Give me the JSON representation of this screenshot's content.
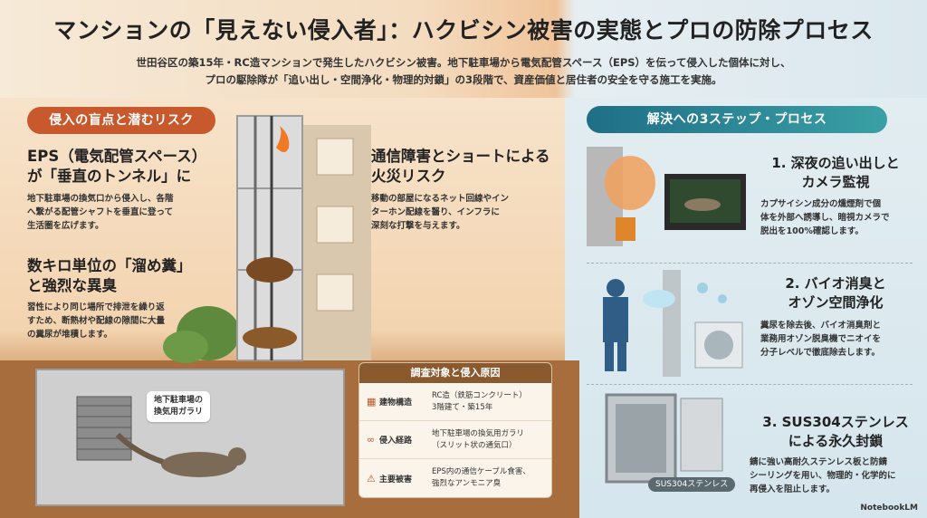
{
  "title": "マンションの「見えない侵入者」：ハクビシン被害の実態とプロの防除プロセス",
  "subtitle_line1": "世田谷区の築15年・RC造マンションで発生したハクビシン被害。地下駐車場から電気配管スペース（EPS）を伝って侵入した個体に対し、",
  "subtitle_line2": "プロの駆除隊が「追い出し・空間浄化・物理的対鎖」の3段階で、資産価値と居住者の安全を守る施工を実施。",
  "left": {
    "pill": "侵入の盲点と潜むリスク",
    "risk1": {
      "heading_line1": "EPS（電気配管スペース）",
      "heading_line2": "が「垂直のトンネル」に",
      "text_line1": "地下駐車場の換気口から侵入し、各階",
      "text_line2": "へ繋がる配管シャフトを垂直に登って",
      "text_line3": "生活圏を広げます。"
    },
    "risk2": {
      "heading_line1": "通信障害とショートによる",
      "heading_line2": "火災リスク",
      "text_line1": "移動の部屋になるネット回線やイン",
      "text_line2": "ターホン配線を齧り、インフラに",
      "text_line3": "深刻な打撃を与えます。"
    },
    "risk3": {
      "heading_line1": "数キロ単位の「溜め糞」",
      "heading_line2": "と強烈な異臭",
      "text_line1": "習性により同じ場所で排泄を繰り返",
      "text_line2": "すため、断熱材や配線の隙間に大量",
      "text_line3": "の糞尿が堆積します。"
    },
    "callout_line1": "地下駐車場の",
    "callout_line2": "換気用ガラリ",
    "survey": {
      "title": "調査対象と侵入原因",
      "rows": [
        {
          "icon": "building-icon",
          "label": "建物構造",
          "value_line1": "RC造（鉄筋コンクリート）",
          "value_line2": "3階建て・築15年"
        },
        {
          "icon": "link-icon",
          "label": "侵入経路",
          "value_line1": "地下駐車場の換気用ガラリ",
          "value_line2": "（スリット状の通気口）"
        },
        {
          "icon": "warning-icon",
          "label": "主要被害",
          "value_line1": "EPS内の通信ケーブル食害、",
          "value_line2": "強烈なアンモニア臭"
        }
      ]
    }
  },
  "right": {
    "pill": "解決への3ステップ・プロセス",
    "step1": {
      "title_line1": "1. 深夜の追い出しと",
      "title_line2": "カメラ監視",
      "text_line1": "カプサイシン成分の燻煙剤で個",
      "text_line2": "体を外部へ誘導し、暗視カメラで",
      "text_line3": "脱出を100%確認します。"
    },
    "step2": {
      "title_line1": "2. バイオ消臭と",
      "title_line2": "オゾン空間浄化",
      "text_line1": "糞尿を除去後、バイオ消臭剤と",
      "text_line2": "業務用オゾン脱臭機でニオイを",
      "text_line3": "分子レベルで徹底除去します。"
    },
    "step3": {
      "title_line1": "3. SUS304ステンレス",
      "title_line2": "による永久封鎖",
      "text_line1": "錆に強い高耐久ステンレス板と防錆",
      "text_line2": "シーリングを用い、物理的・化学的に",
      "text_line3": "再侵入を阻止します。"
    },
    "sus_label": "SUS304ステンレス"
  },
  "brand": "NotebookLM",
  "colors": {
    "accent_orange": "#c8592c",
    "accent_teal": "#1f6f86",
    "survey_header": "#8a5a2e"
  }
}
